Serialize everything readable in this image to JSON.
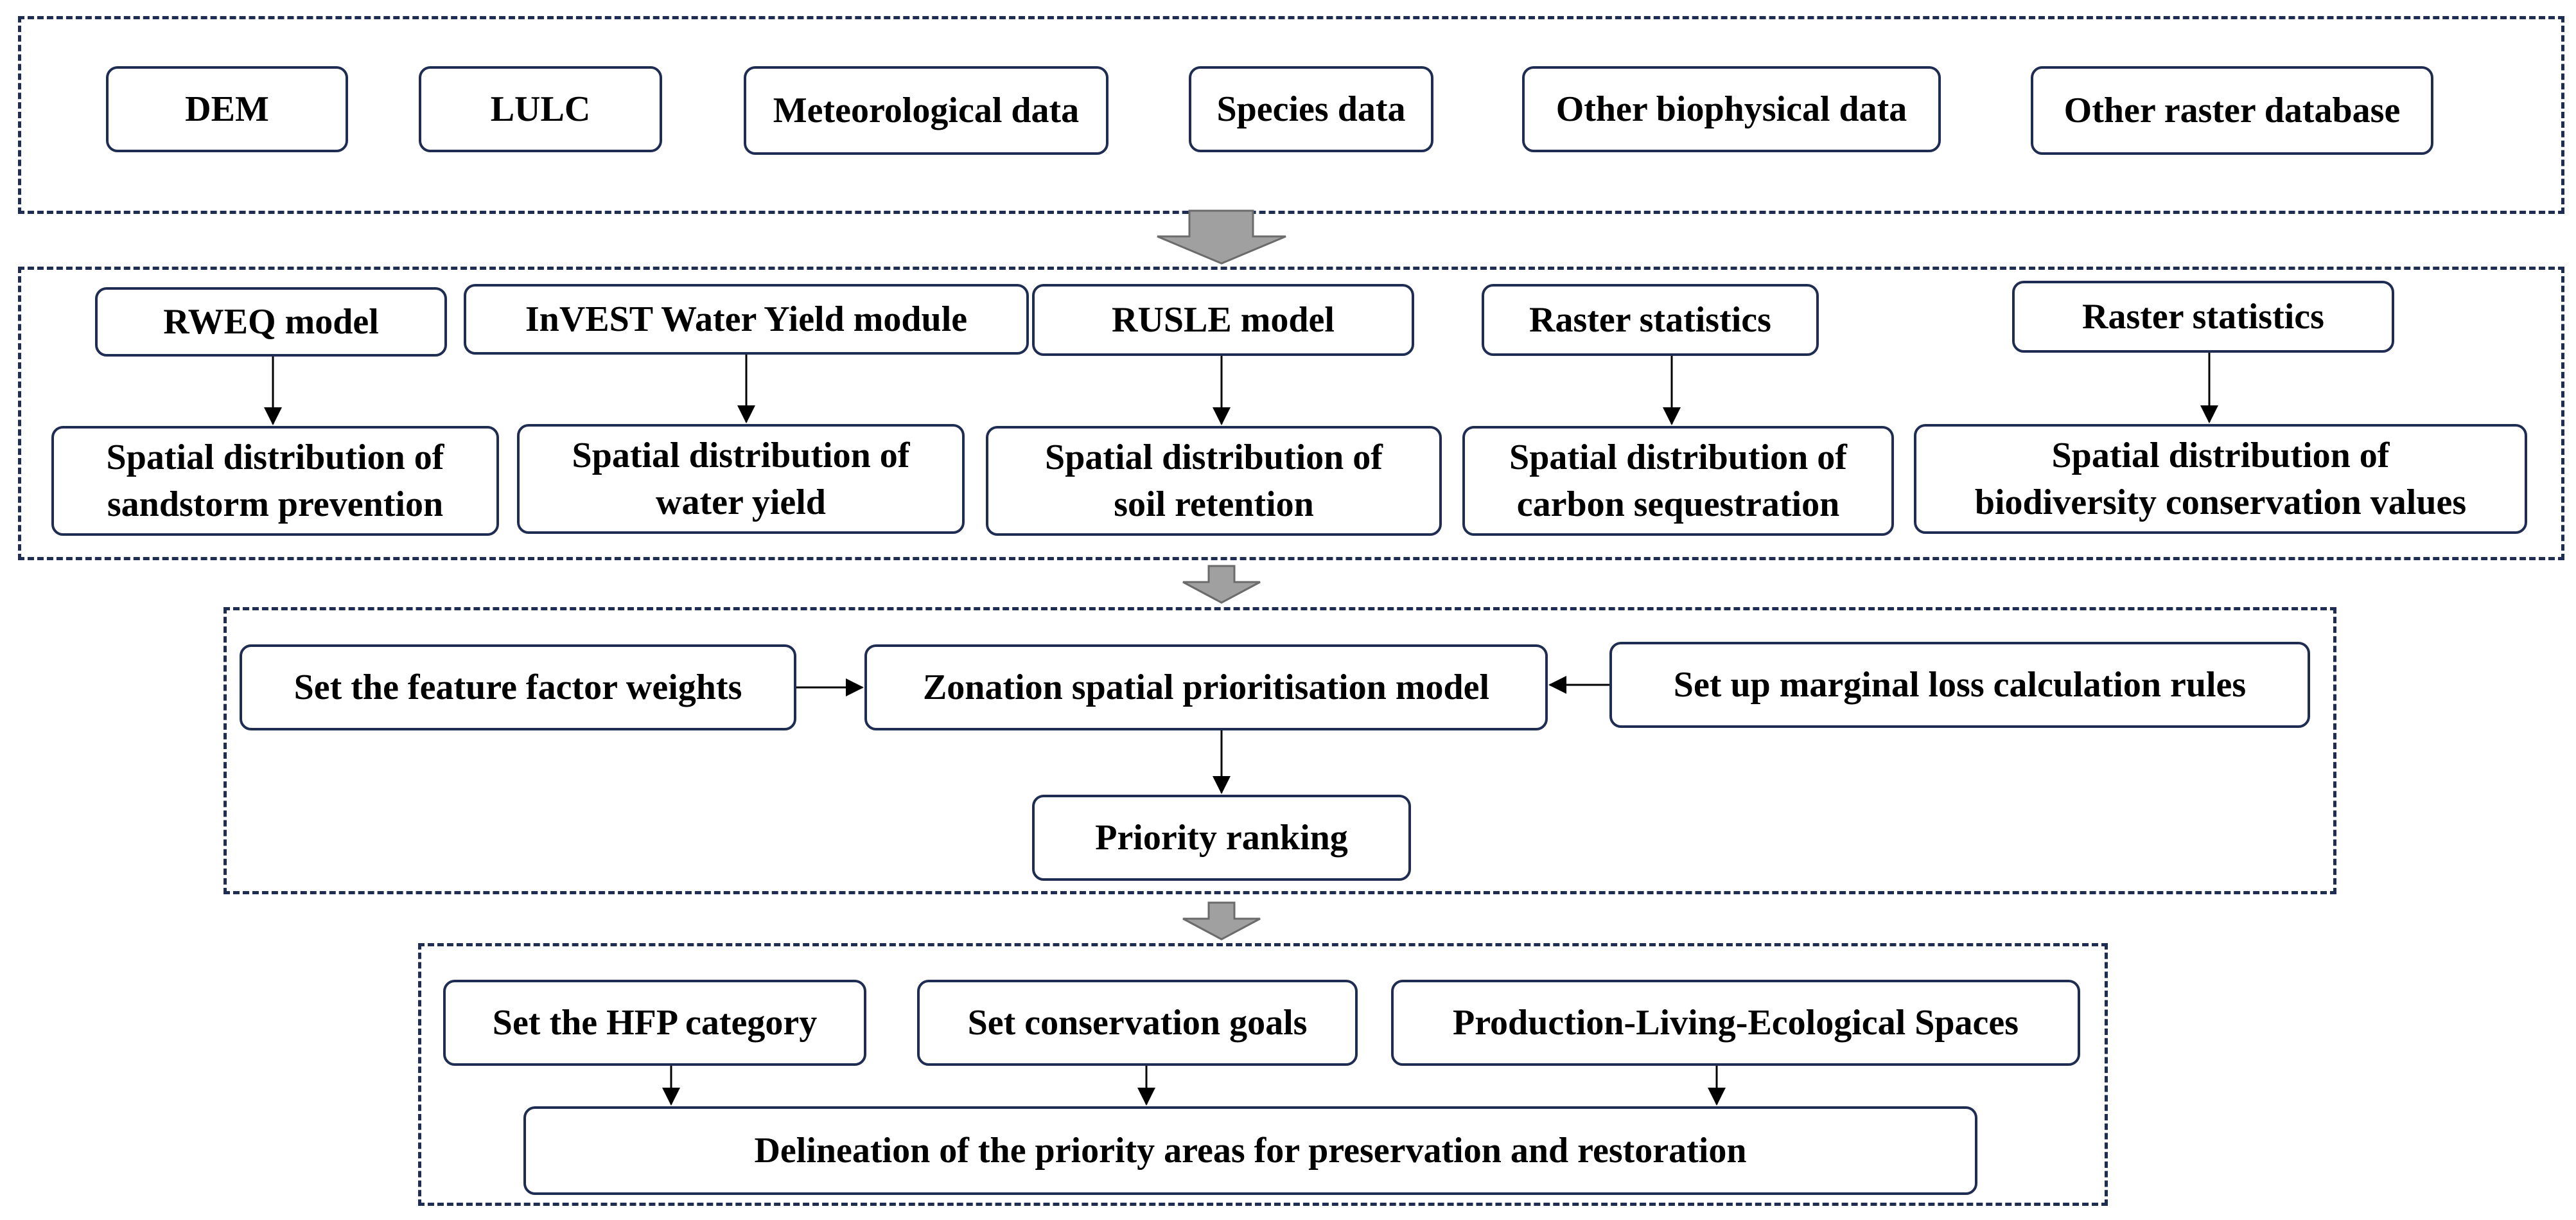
{
  "colors": {
    "border": "#1f2d52",
    "arrow_fill": "#a0a0a0",
    "arrow_stroke": "#6b6b6b",
    "line": "#000000"
  },
  "data_sources": {
    "dem": "DEM",
    "lulc": "LULC",
    "meteorological": "Meteorological data",
    "species": "Species data",
    "biophysical": "Other biophysical data",
    "raster_db": "Other raster database"
  },
  "models": {
    "rweq": "RWEQ model",
    "invest": "InVEST Water Yield module",
    "rusle": "RUSLE model",
    "raster_stats_1": "Raster statistics",
    "raster_stats_2": "Raster statistics"
  },
  "outputs": {
    "sandstorm": {
      "line1": "Spatial distribution of",
      "line2": "sandstorm prevention"
    },
    "water_yield": {
      "line1": "Spatial distribution of",
      "line2": "water yield"
    },
    "soil": {
      "line1": "Spatial distribution of",
      "line2": "soil retention"
    },
    "carbon": {
      "line1": "Spatial distribution of",
      "line2": "carbon sequestration"
    },
    "biodiversity": {
      "line1": "Spatial distribution of",
      "line2": "biodiversity conservation values"
    }
  },
  "zonation": {
    "weights": "Set the feature factor weights",
    "model": "Zonation spatial prioritisation model",
    "marginal_loss": "Set up marginal loss calculation rules",
    "ranking": "Priority ranking"
  },
  "delineation": {
    "hfp": "Set the HFP category",
    "goals": "Set conservation goals",
    "ples": "Production-Living-Ecological Spaces",
    "result": "Delineation of the priority areas for preservation and restoration"
  }
}
